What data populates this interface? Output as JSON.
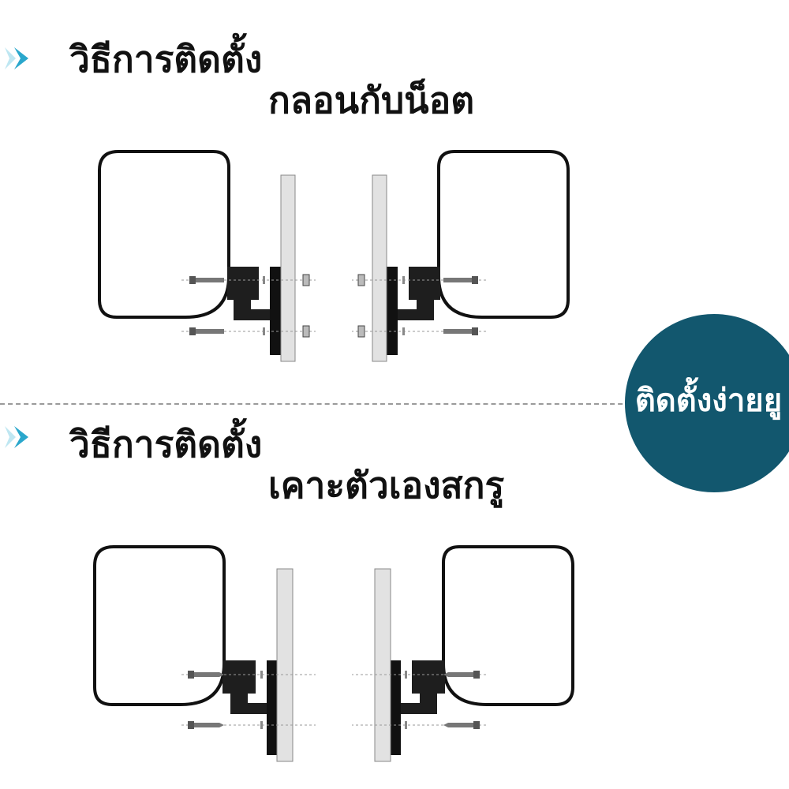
{
  "sections": [
    {
      "title_line1": "วิธีการติดตั้ง",
      "title_line2": "กลอนกับน็อต",
      "fastener": "bolt-nut"
    },
    {
      "title_line1": "วิธีการติดตั้ง",
      "title_line2": "เคาะตัวเองสกรู",
      "fastener": "self-tapping-screw"
    }
  ],
  "badge": {
    "text": "ติดตั้งง่ายยู"
  },
  "colors": {
    "arrow_light": "#bfe7f2",
    "arrow_dark": "#2aa7cc",
    "badge_bg": "#12576e",
    "title": "#111111",
    "panel": "#e2e2e2",
    "divider": "#9a9a9a"
  }
}
